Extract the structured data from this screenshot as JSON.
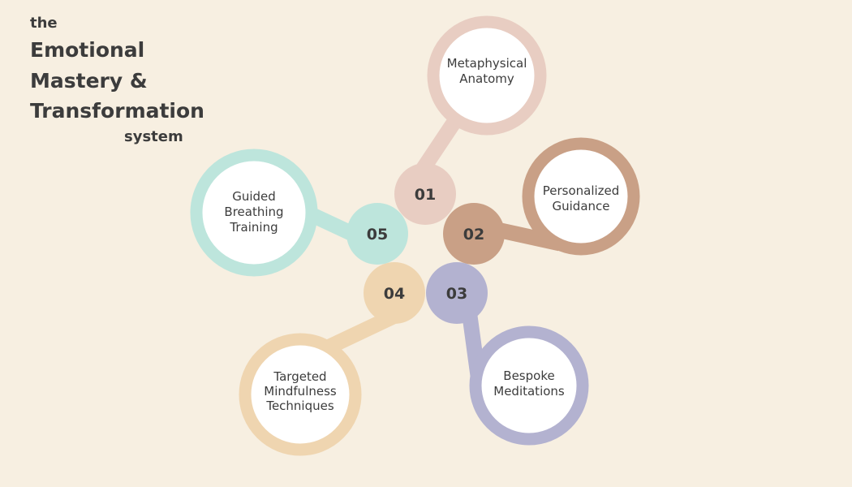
{
  "title": {
    "prefix": "the",
    "lines": [
      "Emotional",
      "Mastery &",
      "Transformation"
    ],
    "suffix": "system"
  },
  "colors": {
    "background": "#f7efe1",
    "step1": "#e8cdc2",
    "step2": "#c9a086",
    "step3": "#b3b2d0",
    "step4": "#efd5b0",
    "step5": "#bde5dc"
  },
  "steps": [
    {
      "number": "01",
      "label_lines": [
        "Metaphysical",
        "Anatomy"
      ]
    },
    {
      "number": "02",
      "label_lines": [
        "Personalized",
        "Guidance"
      ]
    },
    {
      "number": "03",
      "label_lines": [
        "Bespoke",
        "Meditations"
      ]
    },
    {
      "number": "04",
      "label_lines": [
        "Targeted",
        "Mindfulness",
        "Techniques"
      ]
    },
    {
      "number": "05",
      "label_lines": [
        "Guided",
        "Breathing",
        "Training"
      ]
    }
  ]
}
